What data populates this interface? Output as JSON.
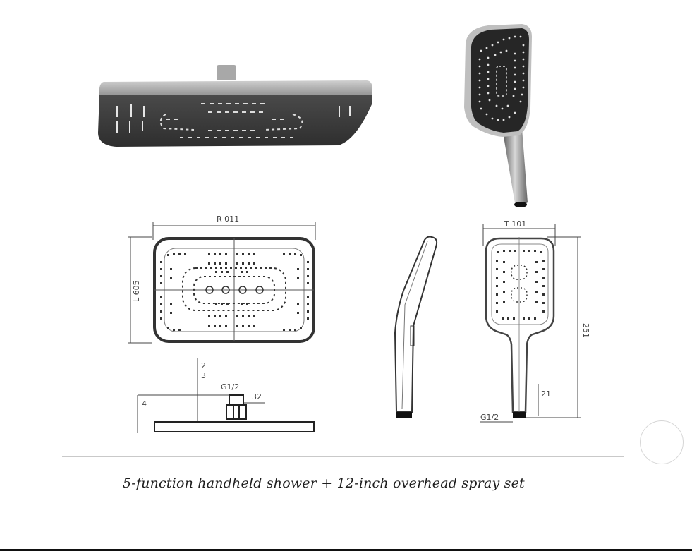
{
  "product": {
    "caption": "5-function handheld shower + 12-inch overhead spray set"
  },
  "views": {
    "overhead_render": {
      "label": "overhead-shower-render"
    },
    "handheld_render": {
      "label": "handheld-shower-render"
    },
    "overhead_top_drawing": {
      "width_dimension": "R 011",
      "height_dimension": "L 605"
    },
    "overhead_side_drawing": {
      "connector_dimension": "G1/2",
      "nut_dimension": "32",
      "height_labels": [
        "2",
        "3",
        "4"
      ]
    },
    "handheld_front_drawing": {
      "width_dimension": "T 101",
      "length_dimension": "251",
      "base_dimension": "G1/2",
      "neck_dimension": "21"
    }
  },
  "colors": {
    "body_dark": "#3a3a3a",
    "chrome": "#9a9a9a",
    "line": "#333333",
    "divider": "#c9c9c9"
  }
}
